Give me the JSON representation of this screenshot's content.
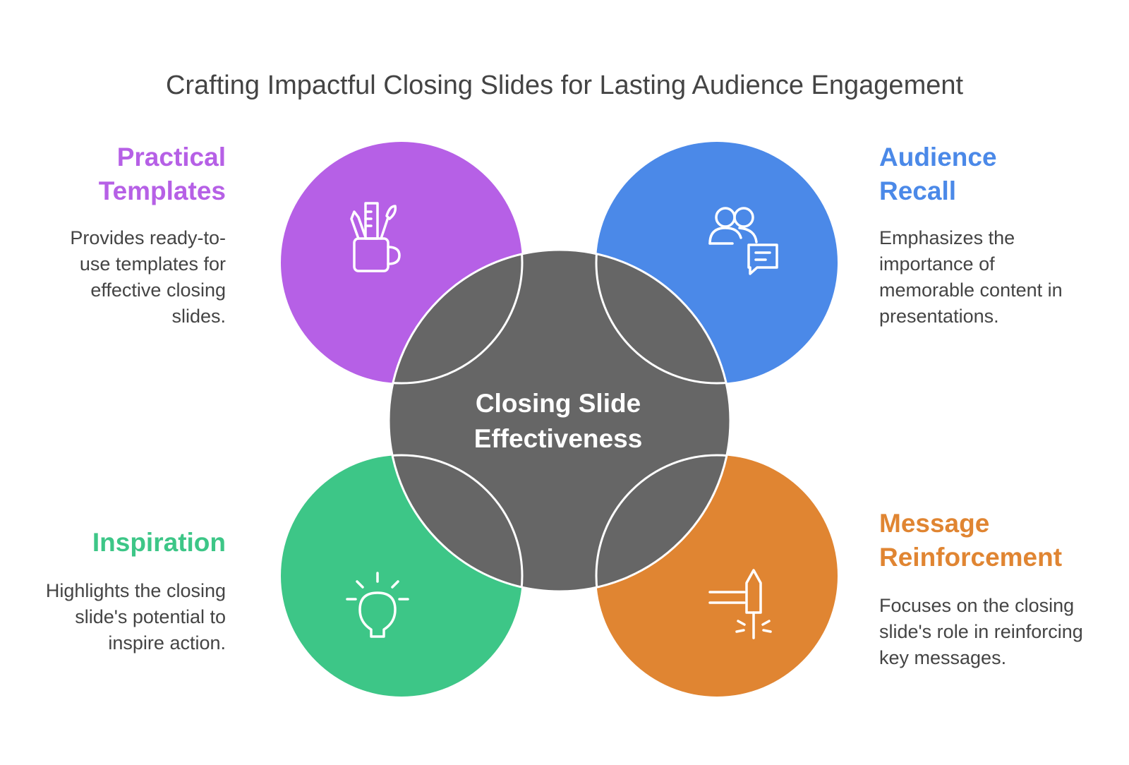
{
  "title": "Crafting Impactful Closing Slides for Lasting Audience Engagement",
  "center": {
    "line1": "Closing Slide",
    "line2": "Effectiveness",
    "color": "#666666"
  },
  "items": [
    {
      "heading_line1": "Practical",
      "heading_line2": "Templates",
      "description": "Provides ready-to-use templates for effective closing slides.",
      "color": "#b660e6",
      "icon": "pencil-ruler-cup-icon"
    },
    {
      "heading_line1": "Audience",
      "heading_line2": "Recall",
      "description": "Emphasizes the importance of memorable content in presentations.",
      "color": "#4b89e8",
      "icon": "users-chat-icon"
    },
    {
      "heading_line1": "Inspiration",
      "description": "Highlights the closing slide's potential to inspire action.",
      "color": "#3dc687",
      "icon": "lightbulb-icon"
    },
    {
      "heading_line1": "Message",
      "heading_line2": "Reinforcement",
      "description": "Focuses on the closing slide's role in reinforcing key messages.",
      "color": "#e08532",
      "icon": "pen-nib-emphasis-icon"
    }
  ]
}
